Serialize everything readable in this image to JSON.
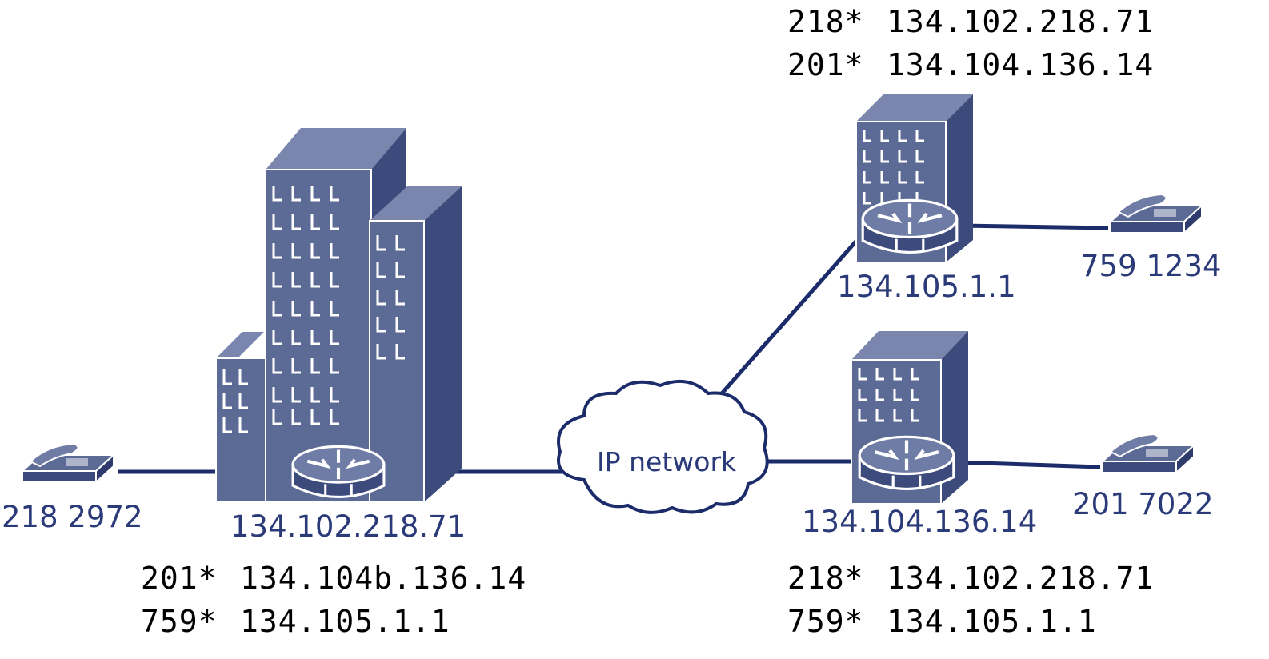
{
  "cloud": {
    "label": "IP network"
  },
  "left_site": {
    "phone_number": "218 2972",
    "router_ip": "134.102.218.71",
    "routing_table": [
      {
        "prefix": "201*",
        "ip": "134.104b.136.14"
      },
      {
        "prefix": "759*",
        "ip": "134.105.1.1"
      }
    ]
  },
  "top_right_site": {
    "phone_number": "759 1234",
    "router_ip": "134.105.1.1",
    "routing_table": [
      {
        "prefix": "218*",
        "ip": "134.102.218.71"
      },
      {
        "prefix": "201*",
        "ip": "134.104.136.14"
      }
    ]
  },
  "bottom_right_site": {
    "phone_number": "201 7022",
    "router_ip": "134.104.136.14",
    "routing_table": [
      {
        "prefix": "218*",
        "ip": "134.102.218.71"
      },
      {
        "prefix": "759*",
        "ip": "134.105.1.1"
      }
    ]
  },
  "colors": {
    "building_front": "#5c6a96",
    "building_side": "#3d4a7c",
    "building_top": "#7a86ad",
    "link": "#1c2c6a",
    "text": "#2b3a78"
  }
}
